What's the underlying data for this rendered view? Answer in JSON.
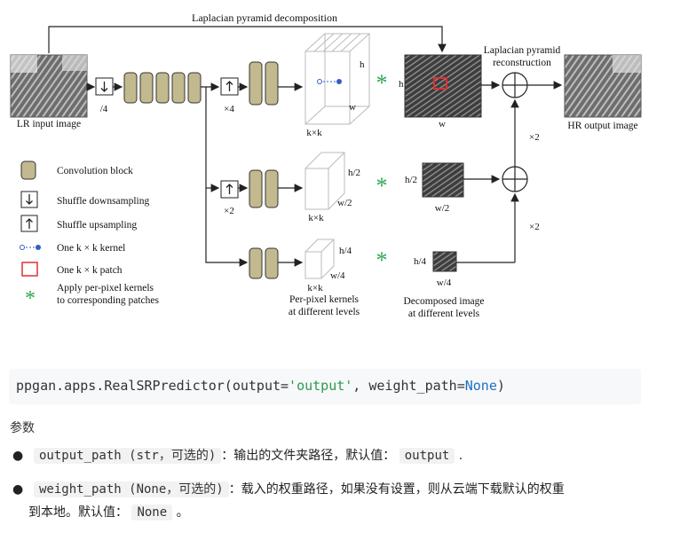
{
  "figure": {
    "top_label": "Laplacian pyramid decomposition",
    "lr_label": "LR input image",
    "div4": "/4",
    "x4_a": "×4",
    "x2_a": "×2",
    "h": "h",
    "w": "w",
    "kxk": "k×k",
    "kxk2": "k×k",
    "kxk3": "k×k",
    "h2": "h/2",
    "w2": "w/2",
    "h4": "h/4",
    "w4": "w/4",
    "h_img": "h",
    "w_img": "w",
    "h2_img": "h/2",
    "w2_img": "w/2",
    "h4_img": "h/4",
    "w4_img": "w/4",
    "recon_label_1": "Laplacian pyramid",
    "recon_label_2": "reconstruction",
    "x2_right_1": "×2",
    "x2_right_2": "×2",
    "hr_label": "HR output image",
    "kernels_label_1": "Per-pixel kernels",
    "kernels_label_2": "at different levels",
    "decomp_label_1": "Decomposed image",
    "decomp_label_2": "at different levels",
    "legend": {
      "conv": "Convolution block",
      "down": "Shuffle downsampling",
      "up": "Shuffle upsampling",
      "kernel": "One k × k kernel",
      "patch": "One k × k patch",
      "apply_1": "Apply per-pixel kernels",
      "apply_2": "to corresponding patches"
    },
    "colors": {
      "conv_fill": "#c2b98f",
      "asterisk": "#2fa84f",
      "patch": "#e03030",
      "kernel": "#3060c0"
    }
  },
  "code": {
    "prefix": "ppgan.apps.RealSRPredictor(output=",
    "output_str": "'output'",
    "mid": ", weight_path=",
    "none_kw": "None",
    "suffix": ")"
  },
  "params": {
    "title": "参数",
    "items": [
      {
        "code": "output_path (str，可选的)",
        "text": "：输出的文件夹路径，默认值：",
        "default": "output",
        "end": "."
      },
      {
        "code": "weight_path (None，可选的)",
        "text": "：载入的权重路径，如果没有设置，则从云端下载默认的权重",
        "line2": "到本地。默认值：",
        "default": "None",
        "end": "。"
      }
    ]
  }
}
